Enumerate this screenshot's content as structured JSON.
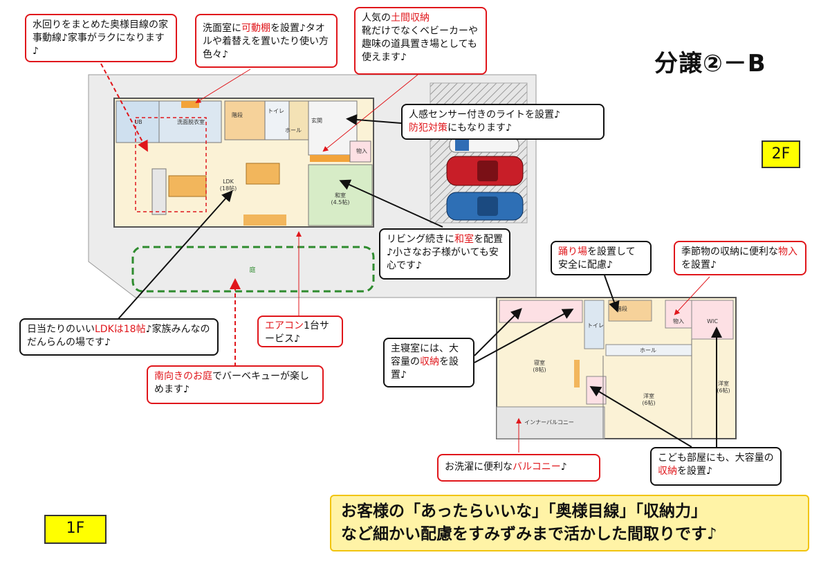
{
  "title": "分譲②－B",
  "floor_tags": {
    "first": "1F",
    "second": "2F"
  },
  "rooms_1f": {
    "ldk": "LDK\n(18帖)",
    "washitsu": "和室\n(4.5帖)",
    "genkan": "玄関",
    "hall": "ホール",
    "toilet": "トイレ",
    "storage": "物入",
    "yard": "庭",
    "bath": "UB",
    "washroom": "洗面脱衣室",
    "stairs": "階段"
  },
  "rooms_2f": {
    "bedroom_main": "寝室\n(8帖)",
    "room2": "洋室\n(6帖)",
    "room3": "洋室\n(6帖)",
    "hall": "ホール",
    "toilet": "トイレ",
    "landing": "階段",
    "storage": "物入",
    "wic": "WIC",
    "balcony": "インナーバルコニー"
  },
  "callouts": {
    "c1": {
      "pre": "水回りをまとめた奥様目線の家事動線♪家事がラクになります♪",
      "hl": "",
      "post": ""
    },
    "c2": {
      "pre": "洗面室に",
      "hl": "可動棚",
      "post": "を設置♪タオルや着替えを置いたり使い方色々♪"
    },
    "c3": {
      "pre": "人気の",
      "hl": "土間収納",
      "post": "靴だけでなくベビーカーや趣味の道具置き場としても使えます♪"
    },
    "c4": {
      "pre": "人感センサー付きのライトを設置♪",
      "hl": "防犯対策",
      "post": "にもなります♪"
    },
    "c5": {
      "pre": "リビング続きに",
      "hl": "和室",
      "post": "を配置♪小さなお子様がいても安心です♪"
    },
    "c6": {
      "pre": "日当たりのいい",
      "hl": "LDKは18帖",
      "post": "♪家族みんなのだんらんの場です♪"
    },
    "c7": {
      "pre": "",
      "hl": "エアコン",
      "post": "1台サービス♪"
    },
    "c8": {
      "pre": "",
      "hl": "南向きのお庭",
      "post": "でバーベキューが楽しめます♪"
    },
    "c9": {
      "pre": "",
      "hl": "踊り場",
      "post": "を設置して安全に配慮♪"
    },
    "c10": {
      "pre": "季節物の収納に便利な",
      "hl": "物入",
      "post": "を設置♪"
    },
    "c11": {
      "pre": "主寝室には、大容量の",
      "hl": "収納",
      "post": "を設置♪"
    },
    "c12": {
      "pre": "お洗濯に便利な",
      "hl": "バルコニー",
      "post": "♪"
    },
    "c13": {
      "pre": "こども部屋にも、大容量の",
      "hl": "収納",
      "post": "を設置♪"
    }
  },
  "summary": {
    "line1": "お客様の「あったらいいな」「奥様目線」「収納力」",
    "line2": "など細かい配慮をすみずみまで活かした間取りです♪"
  },
  "colors": {
    "accent_red": "#e0161b",
    "tag_yellow": "#ffff00",
    "summary_bg": "#fff3a6",
    "yard_green": "#2e8b2e"
  }
}
